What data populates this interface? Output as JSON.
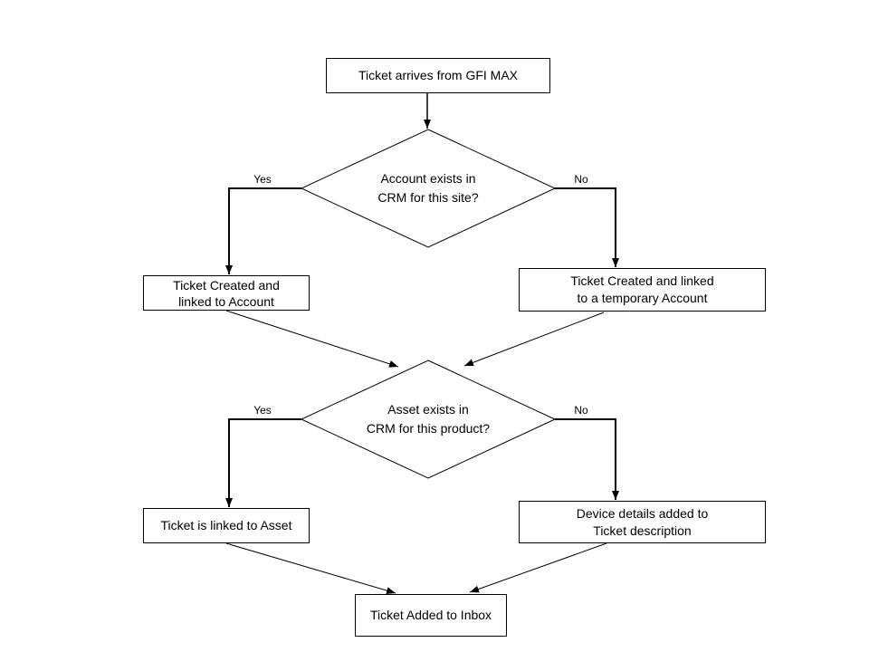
{
  "diagram": {
    "type": "flowchart",
    "colors": {
      "background": "#ffffff",
      "line": "#000000",
      "text": "#000000",
      "node_fill": "#ffffff"
    },
    "nodes": {
      "start": {
        "type": "process",
        "label": "Ticket arrives from GFI MAX"
      },
      "decision_account": {
        "type": "decision",
        "label": "Account exists in\nCRM for this site?"
      },
      "ticket_linked_account": {
        "type": "process",
        "label": "Ticket Created and\nlinked to Account"
      },
      "ticket_temp_account": {
        "type": "process",
        "label": "Ticket Created and linked\nto a temporary Account"
      },
      "decision_asset": {
        "type": "decision",
        "label": "Asset exists in\nCRM for this product?"
      },
      "ticket_linked_asset": {
        "type": "process",
        "label": "Ticket is linked to Asset"
      },
      "device_details": {
        "type": "process",
        "label": "Device details added to\nTicket description"
      },
      "inbox": {
        "type": "process",
        "label": "Ticket Added to Inbox"
      }
    },
    "edge_labels": {
      "account_yes": "Yes",
      "account_no": "No",
      "asset_yes": "Yes",
      "asset_no": "No"
    }
  }
}
